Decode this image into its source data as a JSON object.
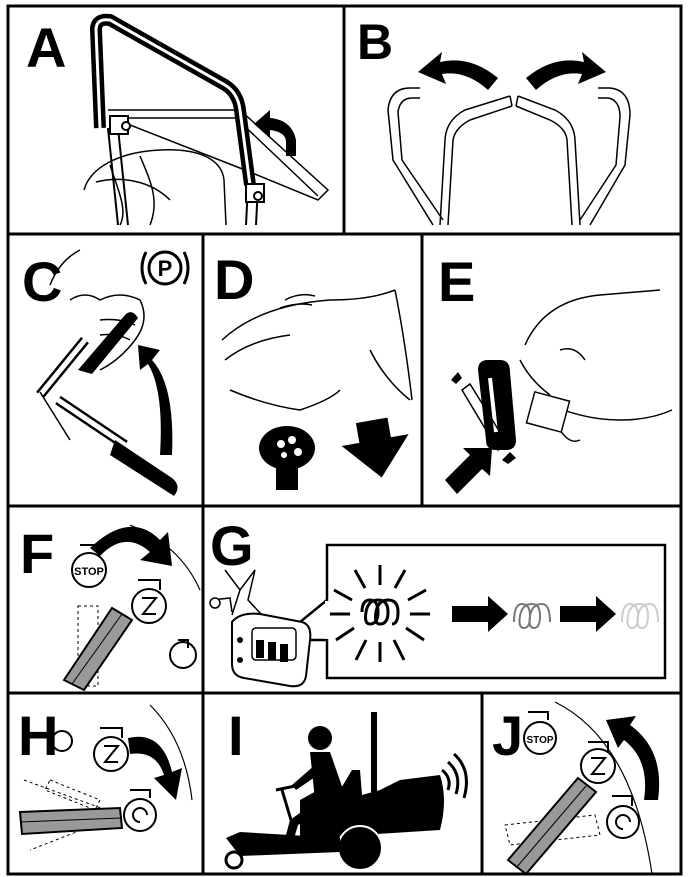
{
  "panels": {
    "a": {
      "label": "A"
    },
    "b": {
      "label": "B"
    },
    "c": {
      "label": "C",
      "park_symbol": "P"
    },
    "d": {
      "label": "D"
    },
    "e": {
      "label": "E"
    },
    "f": {
      "label": "F",
      "key_stop": "STOP"
    },
    "g": {
      "label": "G"
    },
    "h": {
      "label": "H"
    },
    "i": {
      "label": "I"
    },
    "j": {
      "label": "J",
      "key_stop": "STOP"
    }
  }
}
